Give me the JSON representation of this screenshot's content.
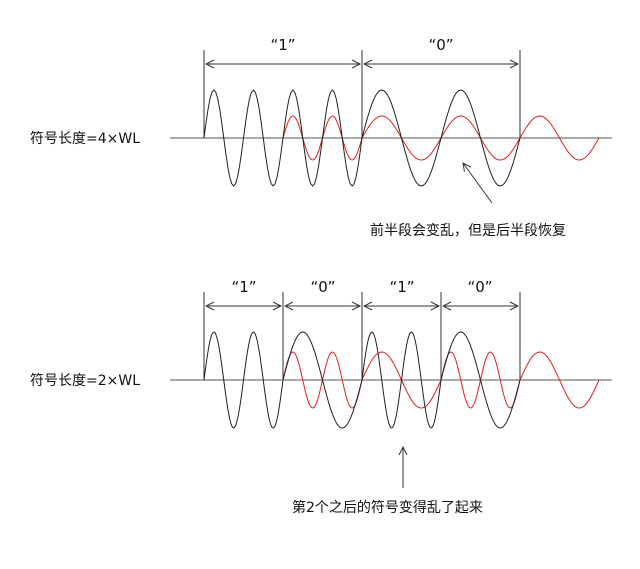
{
  "colors": {
    "black_wave": "#222222",
    "red_wave": "#e02020"
  },
  "panels": [
    {
      "side_label": "符号长度=4×WL",
      "symbols": [
        "“1”",
        "“0”"
      ],
      "annotation": "前半段会变乱，但是后半段恢复"
    },
    {
      "side_label": "符号长度=2×WL",
      "symbols": [
        "“1”",
        "“0”",
        "“1”",
        "“0”"
      ],
      "annotation": "第2个之后的符号变得乱了起来"
    }
  ]
}
